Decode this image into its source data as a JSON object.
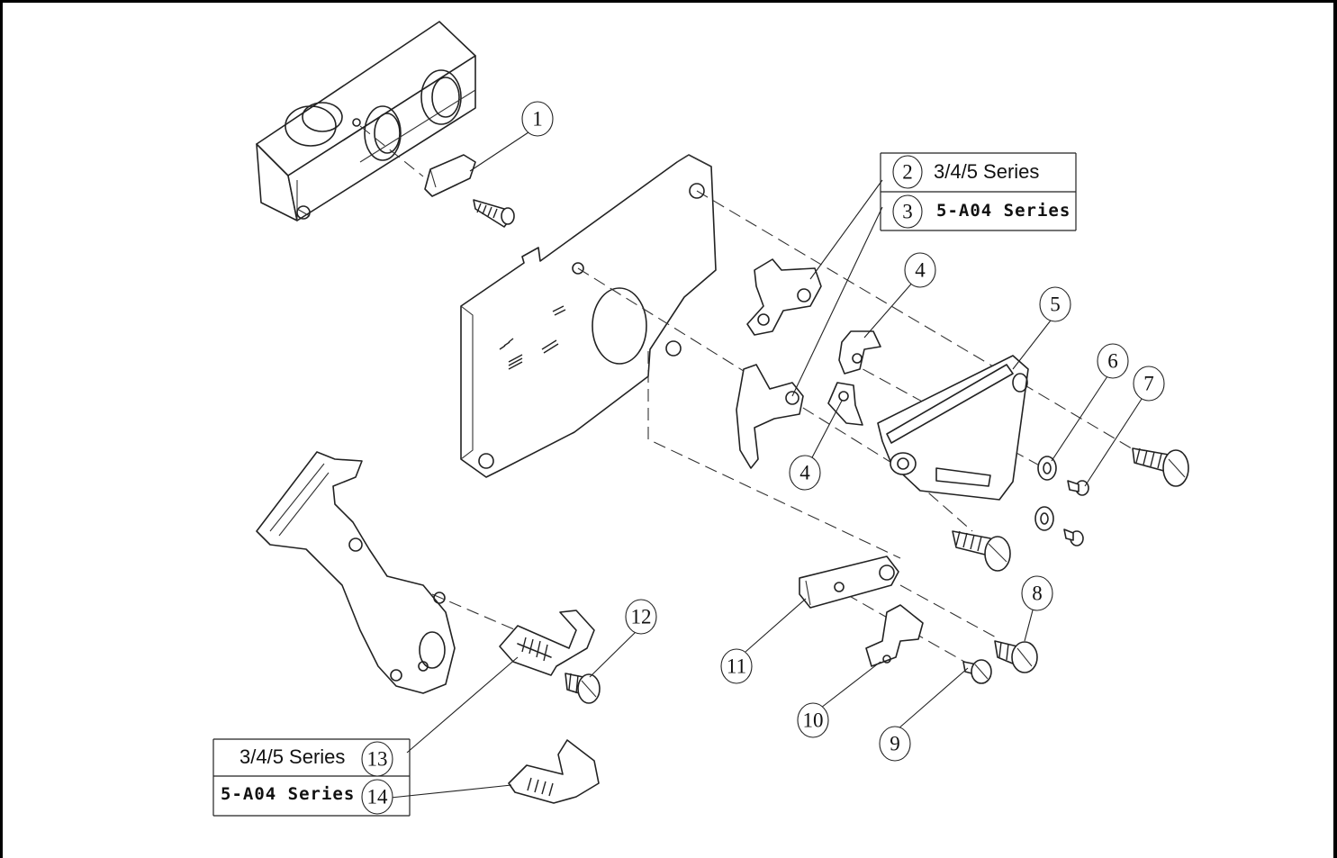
{
  "callouts": [
    {
      "id": "c1",
      "number": "1"
    },
    {
      "id": "c2",
      "number": "2",
      "label": "3/4/5 Series"
    },
    {
      "id": "c3",
      "number": "3",
      "label": "5-A04 Series"
    },
    {
      "id": "c4a",
      "number": "4"
    },
    {
      "id": "c4b",
      "number": "4"
    },
    {
      "id": "c5",
      "number": "5"
    },
    {
      "id": "c6",
      "number": "6"
    },
    {
      "id": "c7",
      "number": "7"
    },
    {
      "id": "c8",
      "number": "8"
    },
    {
      "id": "c9",
      "number": "9"
    },
    {
      "id": "c10",
      "number": "10"
    },
    {
      "id": "c11",
      "number": "11"
    },
    {
      "id": "c12",
      "number": "12"
    },
    {
      "id": "c13",
      "number": "13",
      "label": "3/4/5 Series"
    },
    {
      "id": "c14",
      "number": "14",
      "label": "5-A04 Series"
    }
  ]
}
